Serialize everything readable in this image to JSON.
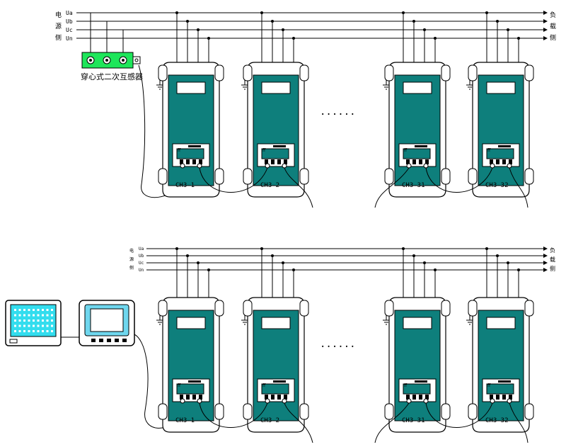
{
  "colors": {
    "background": "#ffffff",
    "line": "#000000",
    "module_body": "#0e7f7c",
    "module_outline": "#000000",
    "ct_block": "#1ee65a",
    "screen_cyan": "#33ddee",
    "monitor_face": "#6fd7ee"
  },
  "top_panel": {
    "phase_labels": [
      "Ua",
      "Ub",
      "Uc",
      "Un"
    ],
    "left_side_labels": [
      "电",
      "源",
      "侧"
    ],
    "right_side_labels": [
      "负",
      "载",
      "侧"
    ],
    "ct_label": "穿心式二次互感器",
    "modules": [
      {
        "name": "CH3-1"
      },
      {
        "name": "CH3-2"
      },
      {
        "name": "CH3-31"
      },
      {
        "name": "CH3-32"
      }
    ],
    "ellipsis": "......"
  },
  "bottom_panel": {
    "phase_labels": [
      "Ua",
      "Ub",
      "Uc",
      "Un"
    ],
    "left_side_labels": [
      "电",
      "源",
      "侧"
    ],
    "right_side_labels": [
      "负",
      "载",
      "侧"
    ],
    "modules": [
      {
        "name": "CH3-1"
      },
      {
        "name": "CH3-2"
      },
      {
        "name": "CH3-31"
      },
      {
        "name": "CH3-32"
      }
    ],
    "ellipsis": "......"
  },
  "icons": [
    "ground-icon",
    "computer-monitor-icon",
    "controller-icon",
    "current-transformer-icon"
  ]
}
